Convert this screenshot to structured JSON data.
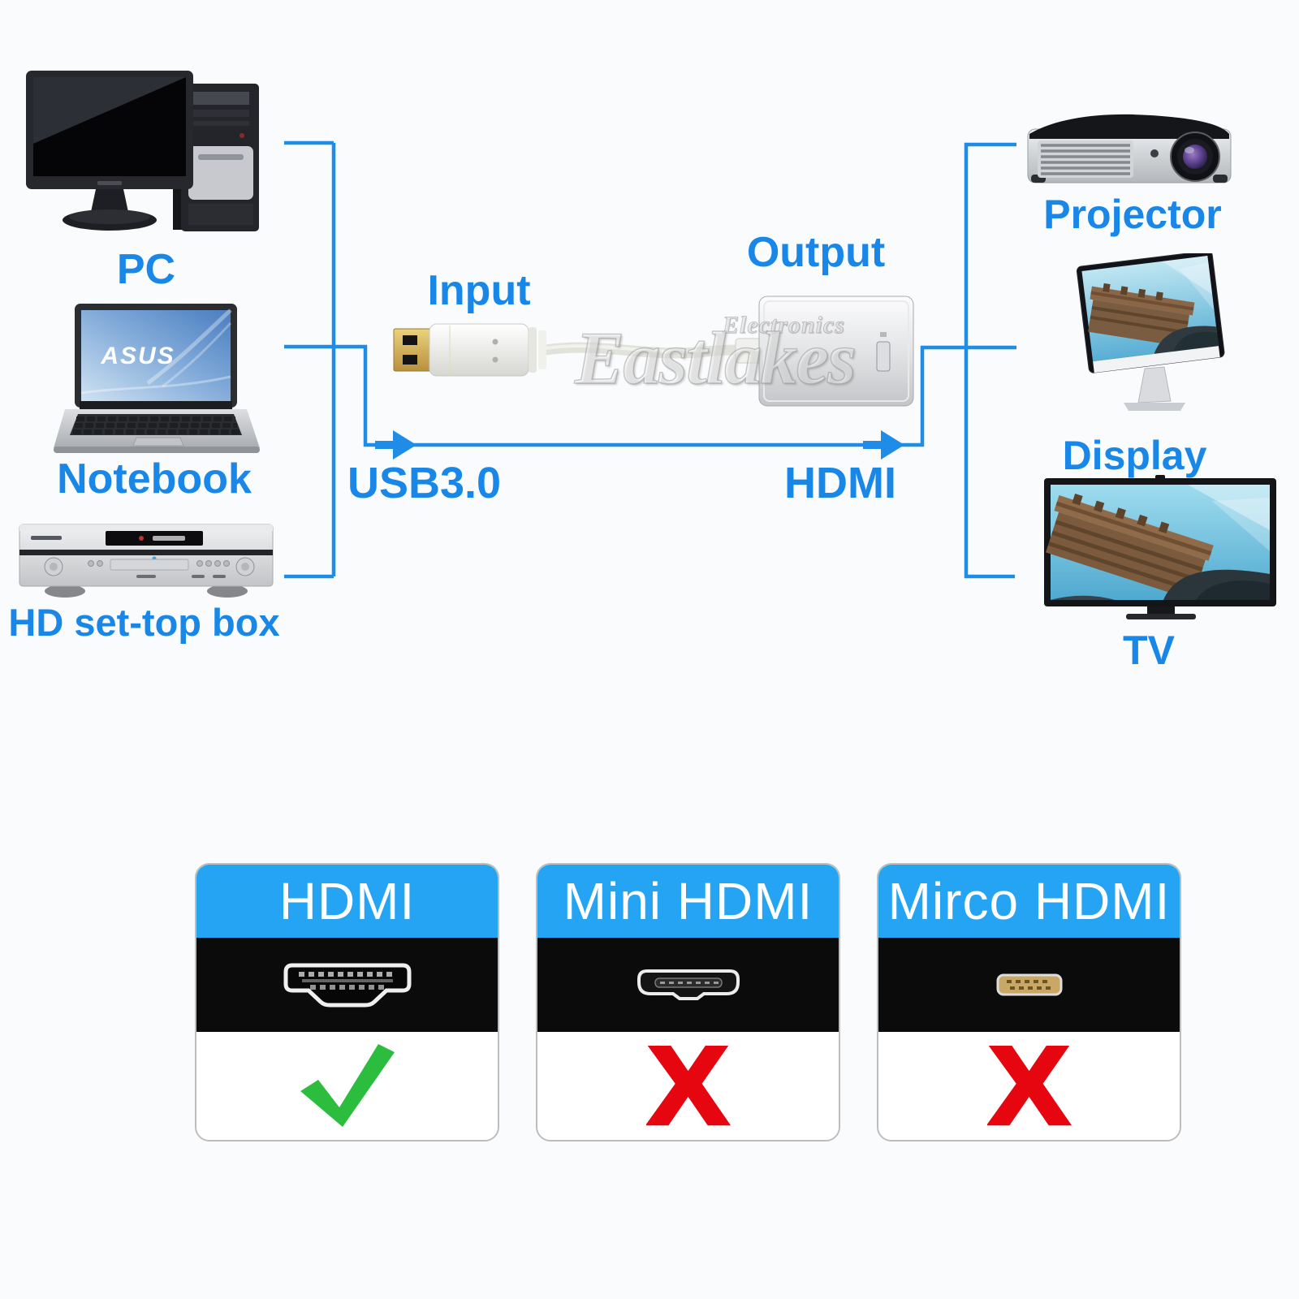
{
  "colors": {
    "label_blue": "#1987e8",
    "line_blue": "#1f8ce8",
    "card_header_blue": "#24a4f2",
    "check_green": "#2dbd3e",
    "cross_red": "#e60610",
    "background": "#fafbfc"
  },
  "diagram": {
    "sources": [
      {
        "label": "PC"
      },
      {
        "label": "Notebook"
      },
      {
        "label": "HD set-top box"
      }
    ],
    "outputs": [
      {
        "label": "Projector"
      },
      {
        "label": "Display"
      },
      {
        "label": "TV"
      }
    ],
    "input_label": "Input",
    "output_label": "Output",
    "usb_label": "USB3.0",
    "hdmi_label": "HDMI",
    "watermark_line1": "Electronics",
    "watermark_line2": "Eastlakes",
    "notebook_brand": "ASUS"
  },
  "compatibility": {
    "cards": [
      {
        "title": "HDMI",
        "supported": true,
        "mark": "✓"
      },
      {
        "title": "Mini HDMI",
        "supported": false,
        "mark": "X"
      },
      {
        "title": "Mirco HDMI",
        "supported": false,
        "mark": "X"
      }
    ]
  }
}
